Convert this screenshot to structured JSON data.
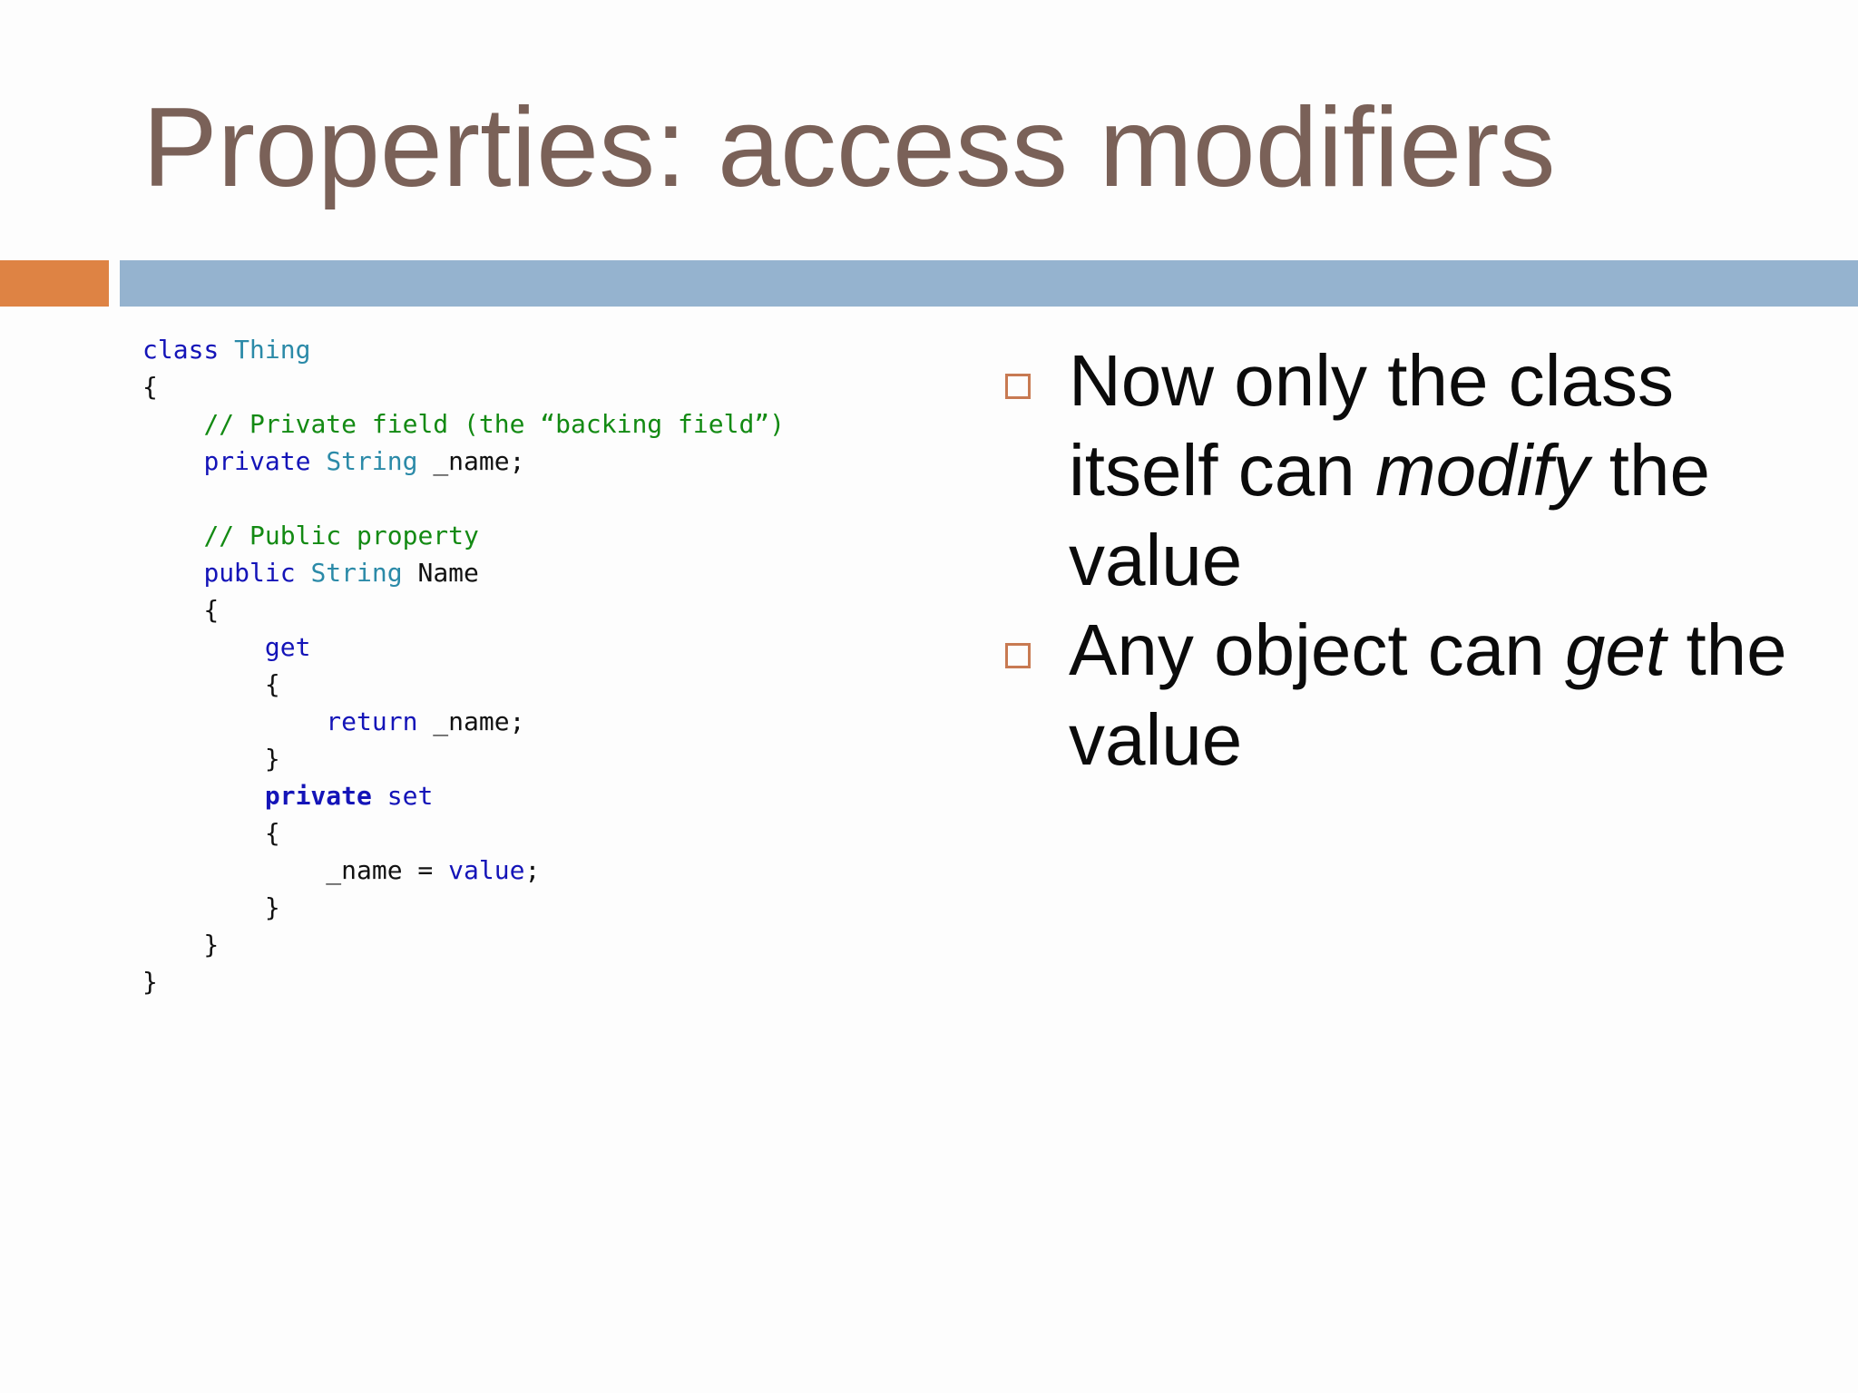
{
  "slide": {
    "title": "Properties: access modifiers"
  },
  "code": {
    "lines": [
      [
        {
          "t": "class",
          "c": "kw"
        },
        {
          "t": " ",
          "c": "id"
        },
        {
          "t": "Thing",
          "c": "type"
        }
      ],
      [
        {
          "t": "{",
          "c": "id"
        }
      ],
      [
        {
          "t": "    ",
          "c": "id"
        },
        {
          "t": "// Private field (the “backing field”)",
          "c": "cm"
        }
      ],
      [
        {
          "t": "    ",
          "c": "id"
        },
        {
          "t": "private",
          "c": "kw"
        },
        {
          "t": " ",
          "c": "id"
        },
        {
          "t": "String",
          "c": "type"
        },
        {
          "t": " _name;",
          "c": "id"
        }
      ],
      [],
      [
        {
          "t": "    ",
          "c": "id"
        },
        {
          "t": "// Public property",
          "c": "cm"
        }
      ],
      [
        {
          "t": "    ",
          "c": "id"
        },
        {
          "t": "public",
          "c": "kw"
        },
        {
          "t": " ",
          "c": "id"
        },
        {
          "t": "String",
          "c": "type"
        },
        {
          "t": " Name",
          "c": "id"
        }
      ],
      [
        {
          "t": "    {",
          "c": "id"
        }
      ],
      [
        {
          "t": "        ",
          "c": "id"
        },
        {
          "t": "get",
          "c": "kw"
        }
      ],
      [
        {
          "t": "        {",
          "c": "id"
        }
      ],
      [
        {
          "t": "            ",
          "c": "id"
        },
        {
          "t": "return",
          "c": "kw"
        },
        {
          "t": " _name;",
          "c": "id"
        }
      ],
      [
        {
          "t": "        }",
          "c": "id"
        }
      ],
      [
        {
          "t": "        ",
          "c": "id"
        },
        {
          "t": "private",
          "c": "kwb"
        },
        {
          "t": " ",
          "c": "id"
        },
        {
          "t": "set",
          "c": "kw"
        }
      ],
      [
        {
          "t": "        {",
          "c": "id"
        }
      ],
      [
        {
          "t": "            _name = ",
          "c": "id"
        },
        {
          "t": "value",
          "c": "kw"
        },
        {
          "t": ";",
          "c": "id"
        }
      ],
      [
        {
          "t": "        }",
          "c": "id"
        }
      ],
      [
        {
          "t": "    }",
          "c": "id"
        }
      ],
      [
        {
          "t": "}",
          "c": "id"
        }
      ]
    ]
  },
  "bullets": [
    {
      "pre": "Now only the class itself can ",
      "em": "modify",
      "post": " the value"
    },
    {
      "pre": "Any object can ",
      "em": "get",
      "post": " the value"
    }
  ],
  "colors": {
    "title": "#7a6158",
    "accent_orange": "#de8344",
    "accent_blue": "#95b3cf",
    "bullet_marker": "#c87a52",
    "code_keyword": "#1414b8",
    "code_type": "#2b8aa8",
    "code_comment": "#138a13"
  }
}
